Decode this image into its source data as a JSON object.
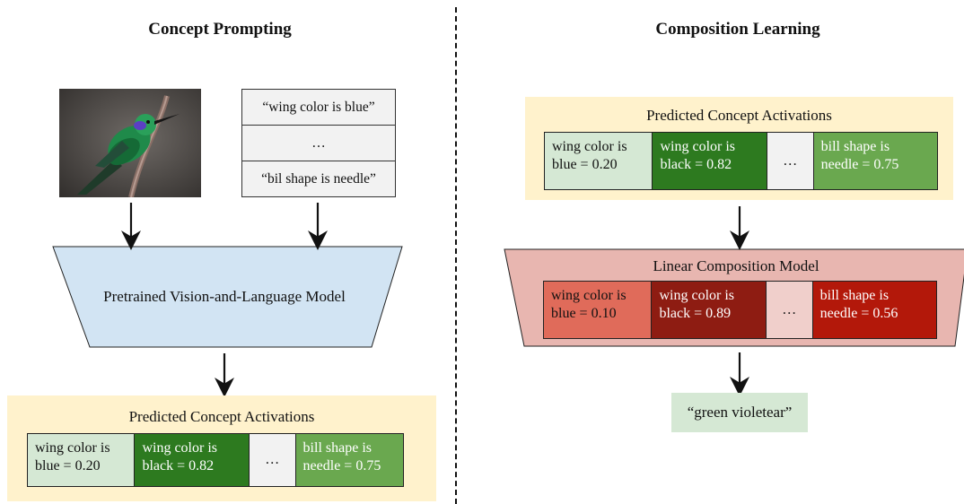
{
  "left": {
    "title": "Concept Prompting",
    "prompts": [
      "“wing color is blue”",
      "…",
      "“bil shape is needle”"
    ],
    "model_label": "Pretrained Vision-and-Language Model",
    "activations": {
      "title": "Predicted Concept Activations",
      "cells": [
        {
          "text": "wing color is blue = 0.20",
          "line1": "wing color is",
          "line2": "blue = 0.20",
          "bg": "#d5e8d4",
          "fg": "#111111"
        },
        {
          "text": "wing color is black = 0.82",
          "line1": "wing color is",
          "line2": "black = 0.82",
          "bg": "#2d7a1f",
          "fg": "#ffffff"
        },
        {
          "text": "…",
          "bg": "#f2f2f2",
          "fg": "#111111"
        },
        {
          "text": "bill shape is needle = 0.75",
          "line1": "bill shape is",
          "line2": "needle = 0.75",
          "bg": "#6aa84f",
          "fg": "#ffffff"
        }
      ]
    }
  },
  "right": {
    "title": "Composition Learning",
    "activations": {
      "title": "Predicted Concept Activations",
      "cells": [
        {
          "line1": "wing color is",
          "line2": "blue = 0.20",
          "bg": "#d5e8d4",
          "fg": "#111111"
        },
        {
          "line1": "wing color is",
          "line2": "black = 0.82",
          "bg": "#2d7a1f",
          "fg": "#ffffff"
        },
        {
          "text": "…",
          "bg": "#f2f2f2",
          "fg": "#111111"
        },
        {
          "line1": "bill shape is",
          "line2": "needle = 0.75",
          "bg": "#6aa84f",
          "fg": "#ffffff"
        }
      ]
    },
    "composition": {
      "title": "Linear Composition Model",
      "cells": [
        {
          "line1": "wing color is",
          "line2": "blue = 0.10",
          "bg": "#e06b5a",
          "fg": "#111111"
        },
        {
          "line1": "wing color is",
          "line2": "black = 0.89",
          "bg": "#8e1c12",
          "fg": "#ffffff"
        },
        {
          "text": "…",
          "bg": "#f0cfcb",
          "fg": "#111111"
        },
        {
          "line1": "bill shape is",
          "line2": "needle = 0.56",
          "bg": "#b3180a",
          "fg": "#ffffff"
        }
      ]
    },
    "result": "“green violetear”"
  },
  "colors": {
    "vl_model_fill": "#d2e4f3",
    "composition_fill": "#e8b6b0",
    "panel_fill": "#fff2cc",
    "result_fill": "#d5e8d4"
  }
}
